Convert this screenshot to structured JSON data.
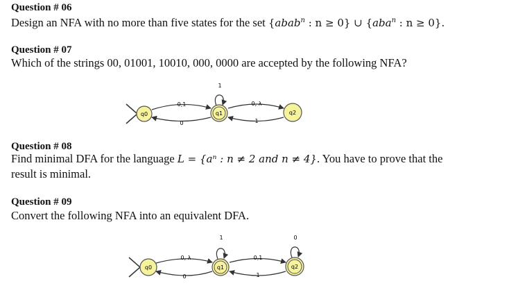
{
  "q6": {
    "title": "Question # 06",
    "text_before": "Design an NFA with no more than five states for the set ",
    "set_open": "{",
    "set1_word": "abab",
    "set1_exp": "n",
    "set_cond1": " : n ≥ 0} ∪ {",
    "set2_word": "aba",
    "set2_exp": "n",
    "set_cond2": " : n ≥ 0}."
  },
  "q7": {
    "title": "Question # 07",
    "text": "Which of the strings 00, 01001, 10010, 000, 0000 are accepted by the following NFA?",
    "nfa": {
      "q0": "q0",
      "q1": "q1",
      "q2": "q2",
      "loop_q1": "1",
      "q0_q1": "0,1",
      "q1_q0": "0",
      "q1_q2": "0, λ",
      "q2_q1": "1"
    }
  },
  "q8": {
    "title": "Question # 08",
    "line1_before": "Find minimal DFA for the language ",
    "lang": "L = {aⁿ : n ≠ 2 and n ≠ 4}",
    "line1_after": ". You have to prove that the",
    "line2": "result is minimal."
  },
  "q9": {
    "title": "Question # 09",
    "text": "Convert the following NFA into an equivalent DFA.",
    "nfa": {
      "q0": "q0",
      "q1": "q1",
      "q2": "q2",
      "loop_q1": "1",
      "loop_q2": "0",
      "q0_q1": "0, λ",
      "q1_q0": "0",
      "q1_q2": "0,1",
      "q2_q1": "1"
    }
  },
  "colors": {
    "state_fill": "#f7f29c",
    "state_stroke": "#555555",
    "text": "#111111"
  }
}
